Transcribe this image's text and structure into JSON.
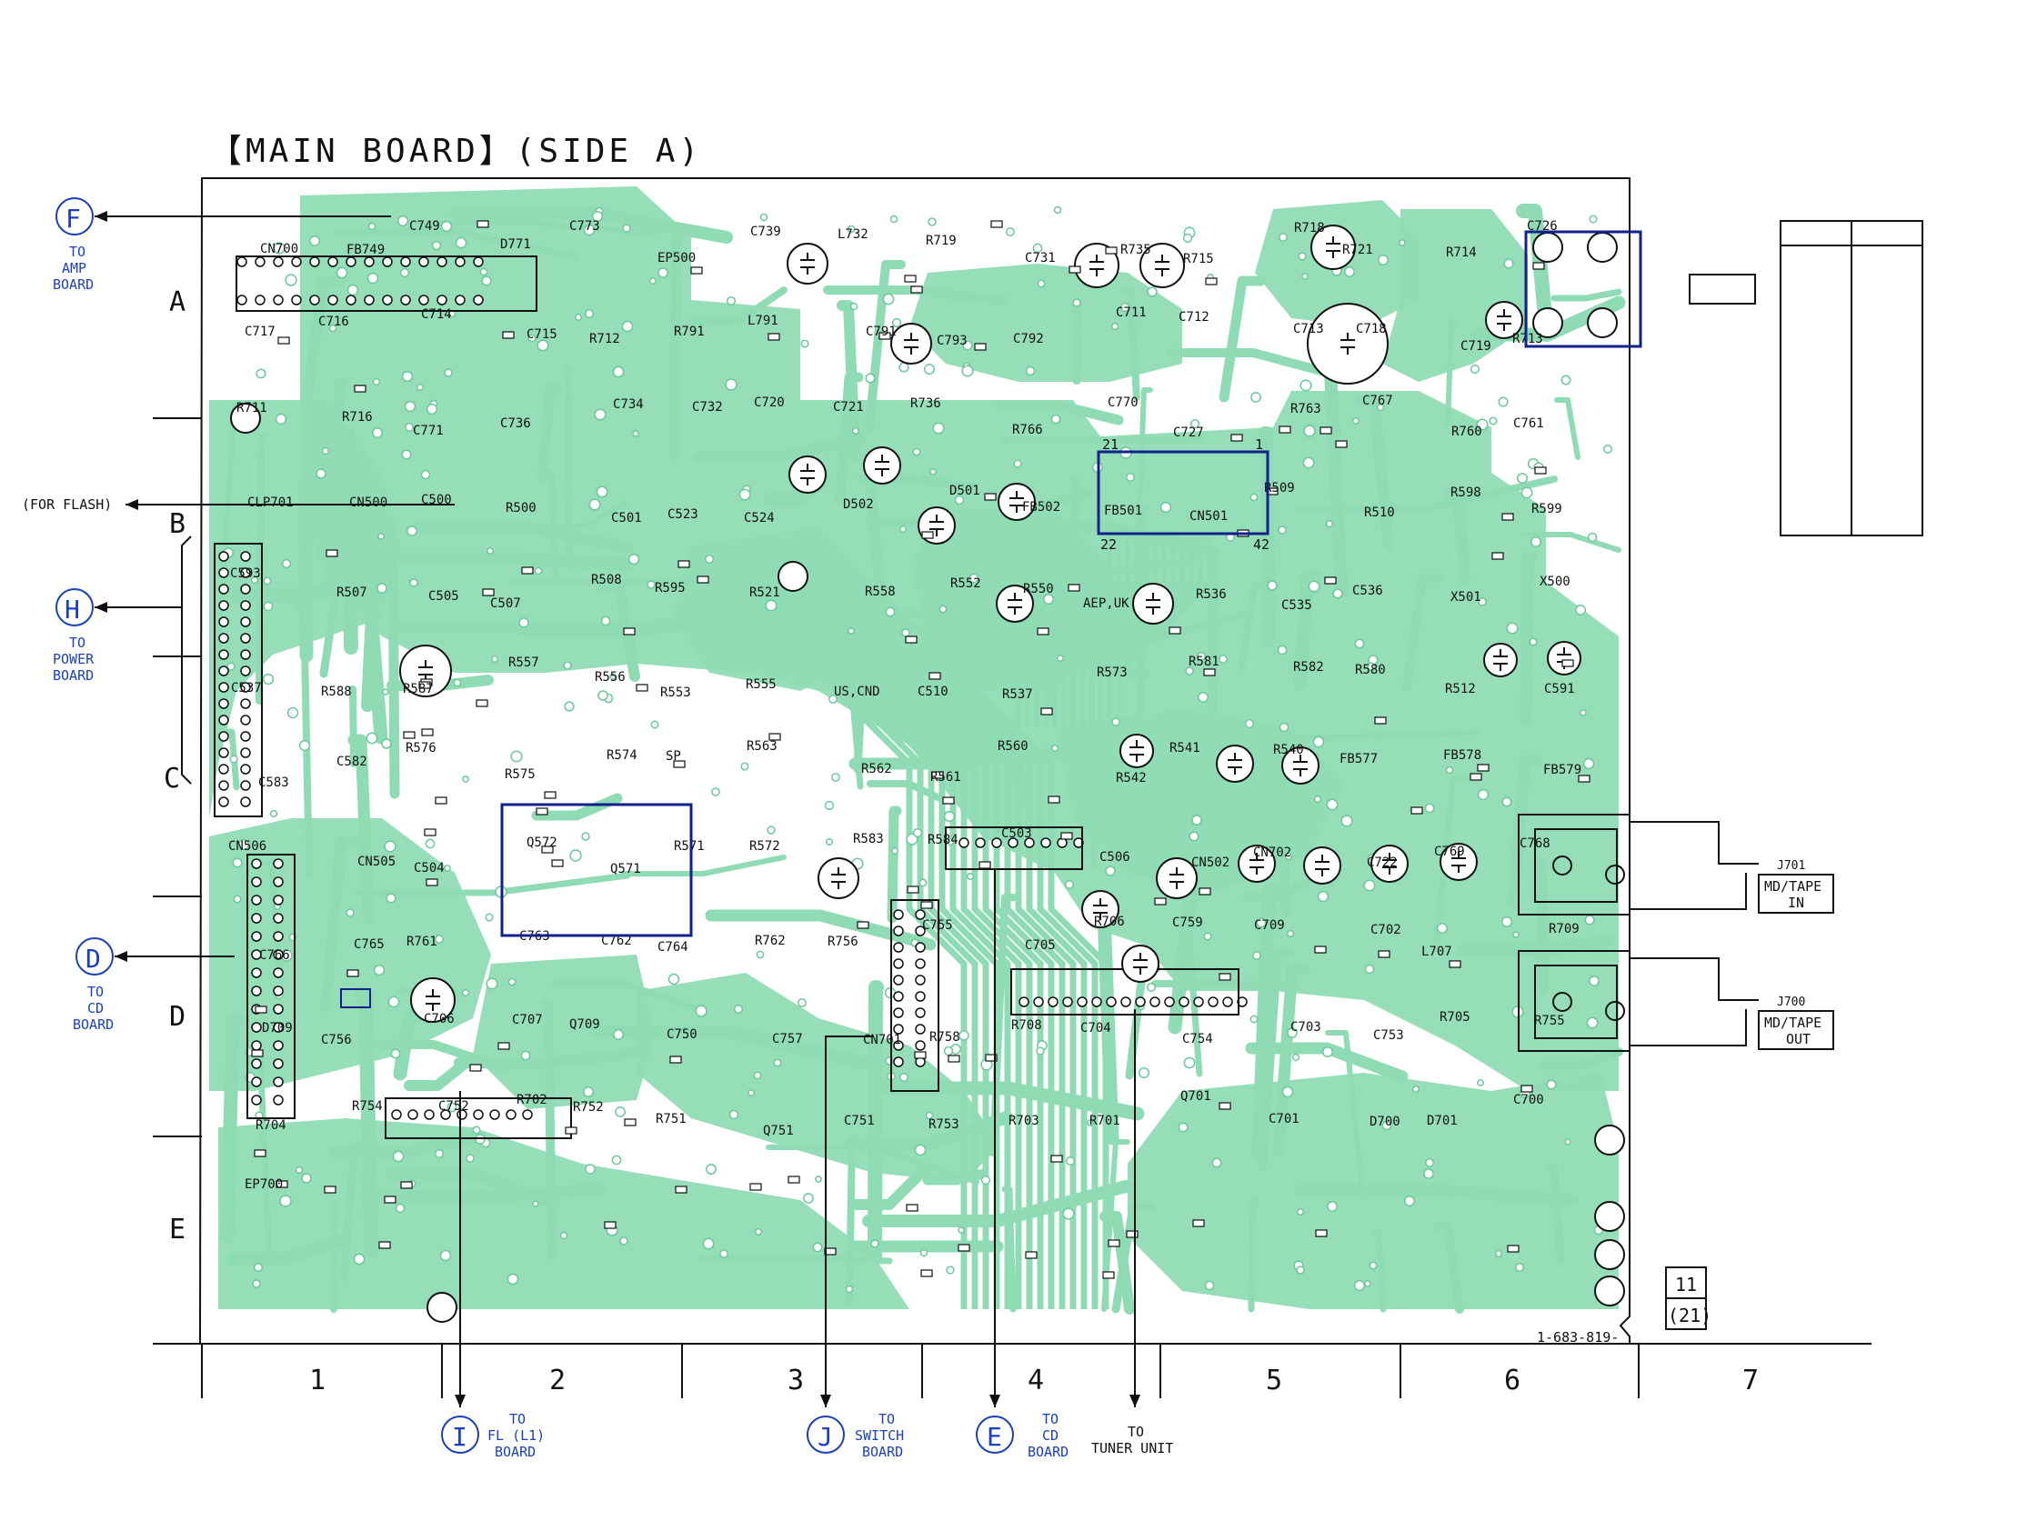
{
  "title": "【MAIN BOARD】(SIDE A)",
  "colors": {
    "copper": "#8fdcb4",
    "trace_dark": "#6cc79a",
    "ink": "#111111",
    "connector_blue": "#1a3fbf",
    "highlight_box": "#10208c",
    "background": "#ffffff"
  },
  "row_labels": [
    "A",
    "B",
    "C",
    "D",
    "E"
  ],
  "column_labels": [
    "1",
    "2",
    "3",
    "4",
    "5",
    "6",
    "7"
  ],
  "connectors": [
    {
      "id": "F",
      "lines": [
        "TO",
        "AMP",
        "BOARD"
      ]
    },
    {
      "id": "H",
      "lines": [
        "TO",
        "POWER",
        "BOARD"
      ]
    },
    {
      "id": "D",
      "lines": [
        "TO",
        "CD",
        "BOARD"
      ]
    },
    {
      "id": "I",
      "lines": [
        "TO",
        "FL (L1)",
        "BOARD"
      ]
    },
    {
      "id": "J",
      "lines": [
        "TO",
        "SWITCH",
        "BOARD"
      ]
    },
    {
      "id": "E",
      "lines": [
        "TO",
        "CD",
        "BOARD"
      ]
    }
  ],
  "tuner_label": [
    "TO",
    "TUNER UNIT"
  ],
  "flash_label": "(FOR FLASH)",
  "jacks": [
    {
      "id": "J701",
      "label": [
        "MD/TAPE",
        "IN"
      ]
    },
    {
      "id": "J700",
      "label": [
        "MD/TAPE",
        "OUT"
      ]
    }
  ],
  "page_badge": {
    "top": "11",
    "bottom": "(21)"
  },
  "board_number": "1-683-819-",
  "ic_pins": {
    "top_left": "21",
    "top_right": "1",
    "bottom_left": "22",
    "bottom_right": "42"
  },
  "component_labels": [
    "CN700",
    "FB749",
    "C749",
    "D771",
    "C773",
    "EP500",
    "C739",
    "L732",
    "R719",
    "C731",
    "R735",
    "R715",
    "R718",
    "R721",
    "R714",
    "C726",
    "C717",
    "C716",
    "C714",
    "C715",
    "R712",
    "R791",
    "L791",
    "C791",
    "C793",
    "C792",
    "C711",
    "C712",
    "C713",
    "C718",
    "C719",
    "R713",
    "R711",
    "R716",
    "C771",
    "C736",
    "C734",
    "C732",
    "C720",
    "C721",
    "R736",
    "R766",
    "C770",
    "C727",
    "R763",
    "C767",
    "R760",
    "C761",
    "CLP701",
    "CN500",
    "C500",
    "R500",
    "C501",
    "C523",
    "C524",
    "D502",
    "D501",
    "FB502",
    "FB501",
    "CN501",
    "R509",
    "R510",
    "R598",
    "R599",
    "C593",
    "R507",
    "C505",
    "C507",
    "R508",
    "R595",
    "R521",
    "R558",
    "R552",
    "R550",
    "AEP,UK",
    "R536",
    "C535",
    "C536",
    "X501",
    "X500",
    "C537",
    "R588",
    "R587",
    "R557",
    "R556",
    "R553",
    "R555",
    "US,CND",
    "C510",
    "R537",
    "R573",
    "R581",
    "R582",
    "R580",
    "R512",
    "C591",
    "C583",
    "C582",
    "R576",
    "R575",
    "R574",
    "SP",
    "R563",
    "R562",
    "R561",
    "R560",
    "R542",
    "R541",
    "R540",
    "FB577",
    "FB578",
    "FB579",
    "CN506",
    "CN505",
    "C504",
    "Q572",
    "Q571",
    "R571",
    "R572",
    "R583",
    "R584",
    "C503",
    "C506",
    "CN502",
    "CN702",
    "C722",
    "C769",
    "C768",
    "C766",
    "C765",
    "R761",
    "C763",
    "C762",
    "C764",
    "R762",
    "R756",
    "C755",
    "C705",
    "R706",
    "C759",
    "C709",
    "C702",
    "L707",
    "R709",
    "D709",
    "C756",
    "C706",
    "C707",
    "Q709",
    "C750",
    "C757",
    "CN701",
    "R758",
    "R708",
    "C704",
    "C754",
    "C703",
    "C753",
    "R705",
    "R755",
    "R704",
    "R754",
    "C752",
    "R702",
    "R752",
    "R751",
    "Q751",
    "C751",
    "R753",
    "R703",
    "R701",
    "Q701",
    "C701",
    "D700",
    "D701",
    "C700",
    "EP700"
  ]
}
